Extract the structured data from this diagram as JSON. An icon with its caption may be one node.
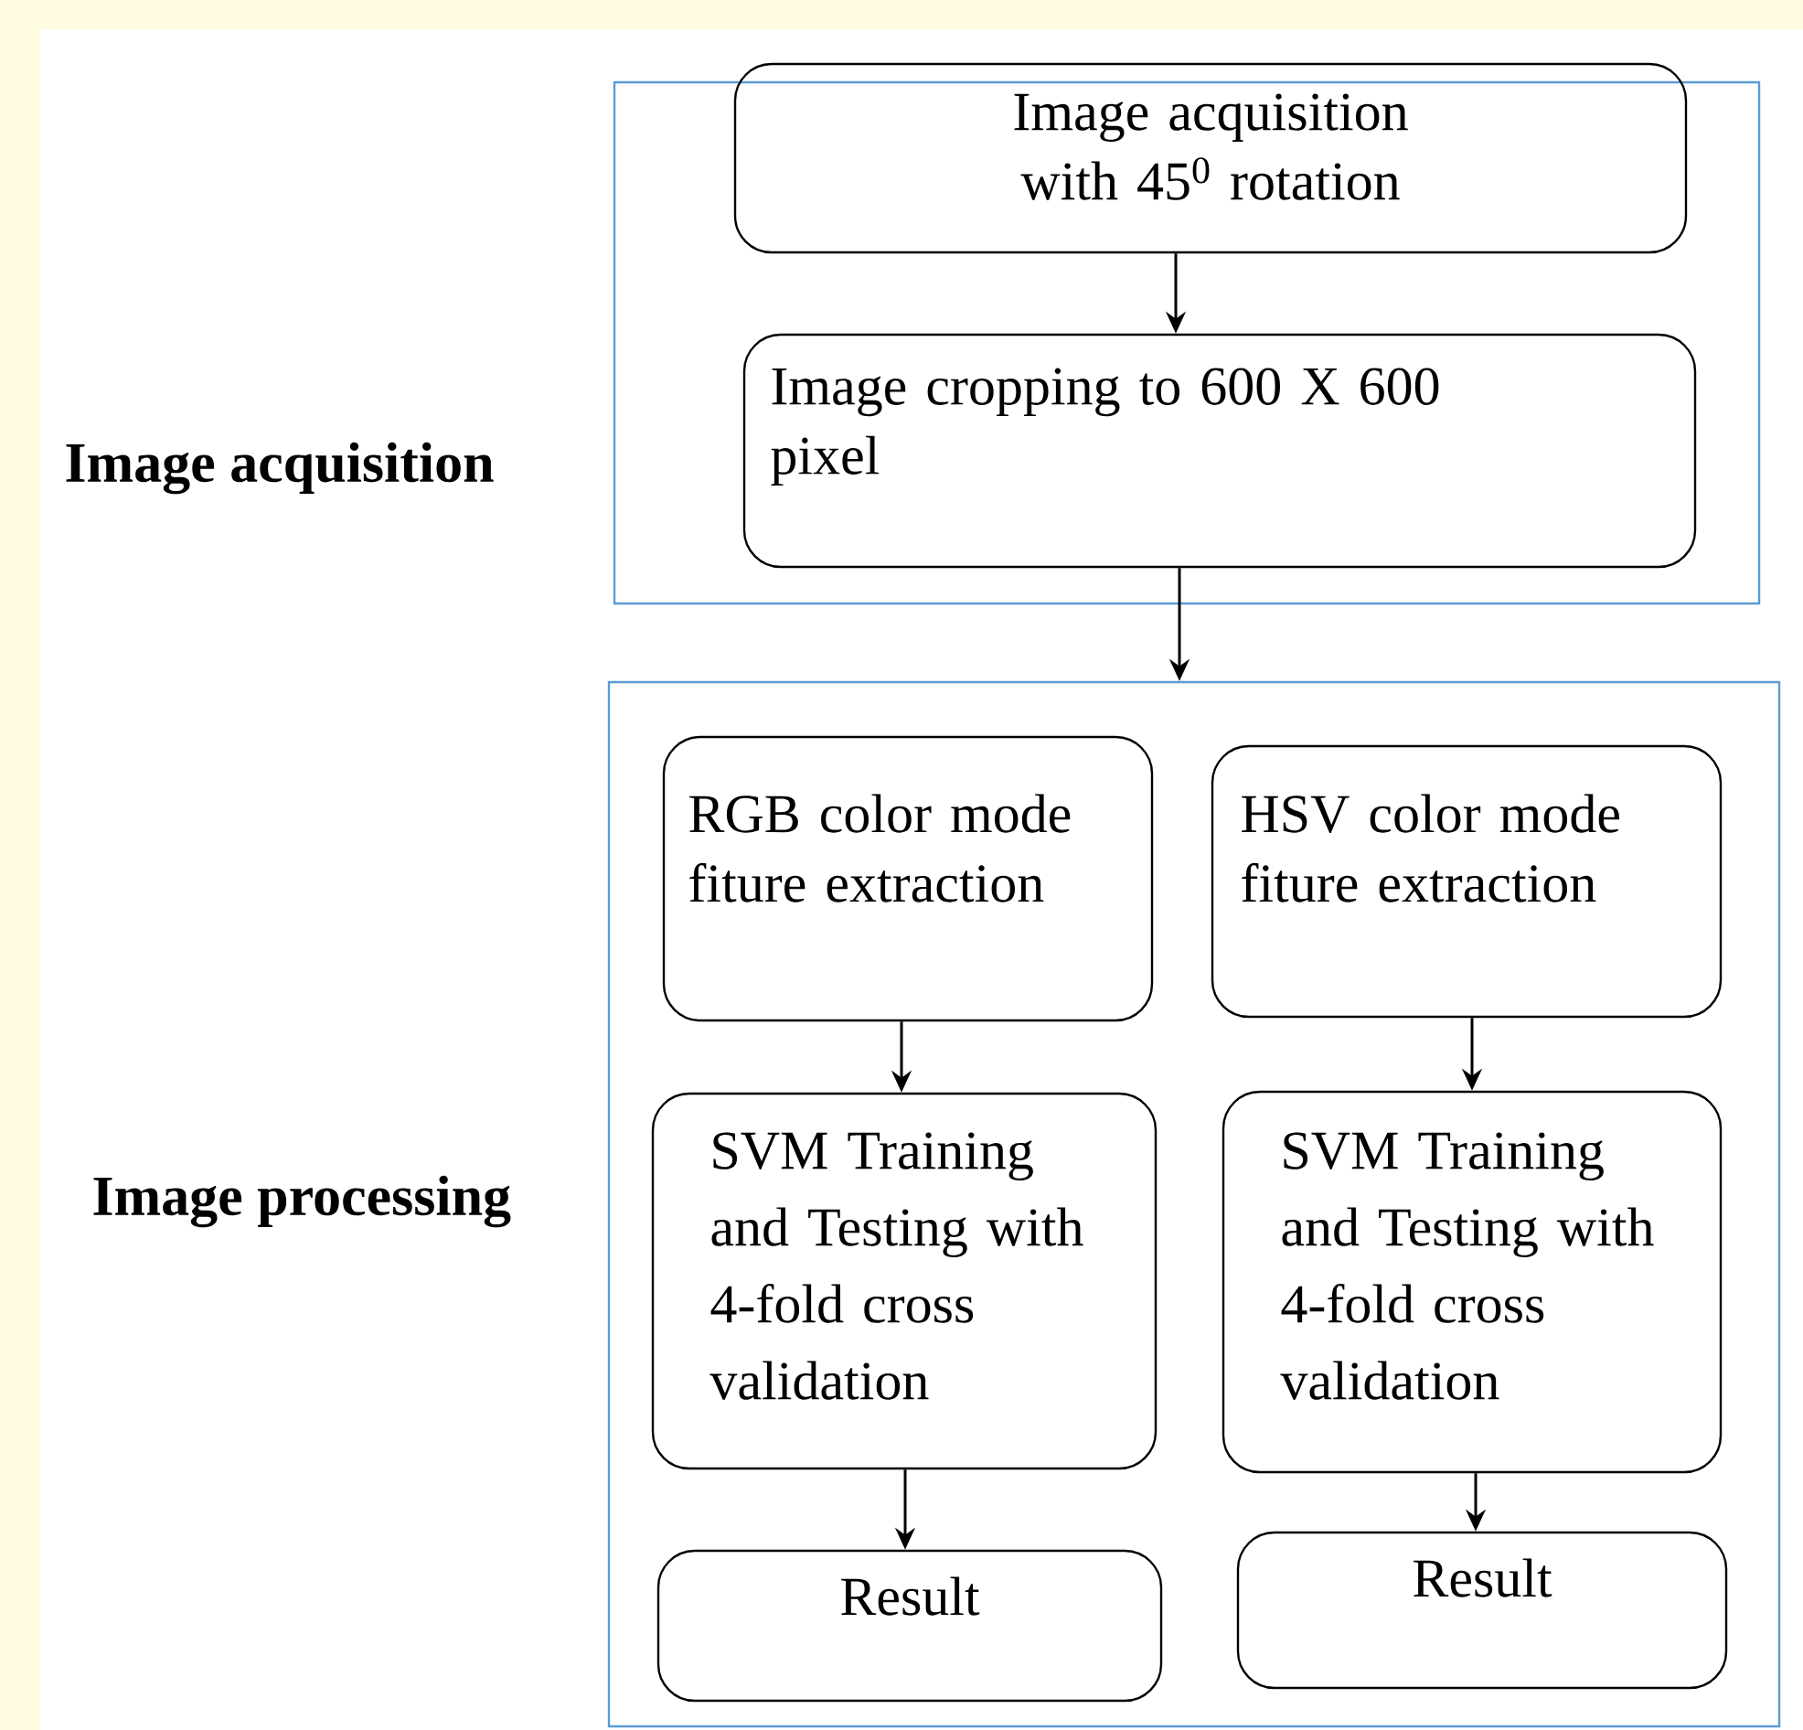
{
  "diagram": {
    "nodes": [
      {
        "text": [
          "Image acquisition"
        ]
      },
      {
        "text": [
          "Image acquisition with 45$^{0}$ rotation"
        ],
        "in": 0
      },
      {
        "text": [
          "Image cropping to 600 X 600 pixel"
        ],
        "in": 0
      },
      {
        "text": [
          "Image processing"
        ]
      },
      {
        "text": [
          "RGB color mode fiture extraction"
        ],
        "in": 3
      },
      {
        "text": [
          "HSV color mode fiture extraction"
        ],
        "in": 3
      },
      {
        "text": [
          "SVM Training and Testing with 4-fold cross validation"
        ],
        "in": 3
      },
      {
        "text": [
          "SVM Training and Testing with 4-fold cross validation"
        ],
        "in": 3
      },
      {
        "text": [
          "Result"
        ],
        "in": 3
      },
      {
        "text": [
          "Result"
        ],
        "in": 3
      }
    ],
    "edges": [
      {
        "from": 1,
        "to": 2,
        "arrow": "to"
      },
      {
        "from": 2,
        "to": 3,
        "arrow": "to"
      },
      {
        "from": 4,
        "to": 6,
        "arrow": "to"
      },
      {
        "from": 5,
        "to": 7,
        "arrow": "to"
      },
      {
        "from": 6,
        "to": 8,
        "arrow": "to"
      },
      {
        "from": 7,
        "to": 9,
        "arrow": "to"
      }
    ]
  }
}
